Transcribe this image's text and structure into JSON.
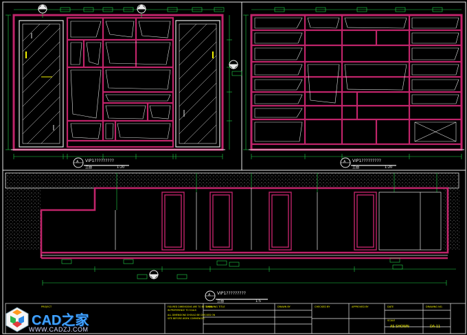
{
  "views": {
    "elev_left": {
      "number": "A",
      "title": "立面",
      "scale": "1:20",
      "ref": "VIP1?????????"
    },
    "elev_right": {
      "number": "A",
      "title": "立面",
      "scale": "1:20",
      "ref": "VIP1?????????"
    },
    "plan": {
      "number": "A",
      "title": "立面",
      "scale": "1:5",
      "ref": "VIP1?????????"
    }
  },
  "title_block": {
    "project": "PROJECT",
    "notes": [
      "FIGURED DIMENSIONS ARE TO BE TAKEN",
      "IN PREFERENCE TO SCALE.",
      "ALL DIMENSIONS SHOULD BE CHECKED ON",
      "SITE BEFORE WORK COMMENCES."
    ],
    "drawing_title": "DRAWING TITLE",
    "drawn_by": "DRAWN BY",
    "checked_by": "CHECKED BY",
    "approved_by": "APPROVED BY",
    "date": "DATE",
    "scale_label": "SCALE",
    "scale_value": "AS SHOWN",
    "drawing_no": "DRAWING NO.",
    "sheet": "DA-11"
  },
  "logo": {
    "title": "CAD之家",
    "url": "WWW.CADZJ.COM"
  },
  "colors": {
    "background": "#000000",
    "cabinet": "#c0246a",
    "dims": "#22d84a",
    "text": "#f4f400",
    "frame": "#eaeaea"
  }
}
